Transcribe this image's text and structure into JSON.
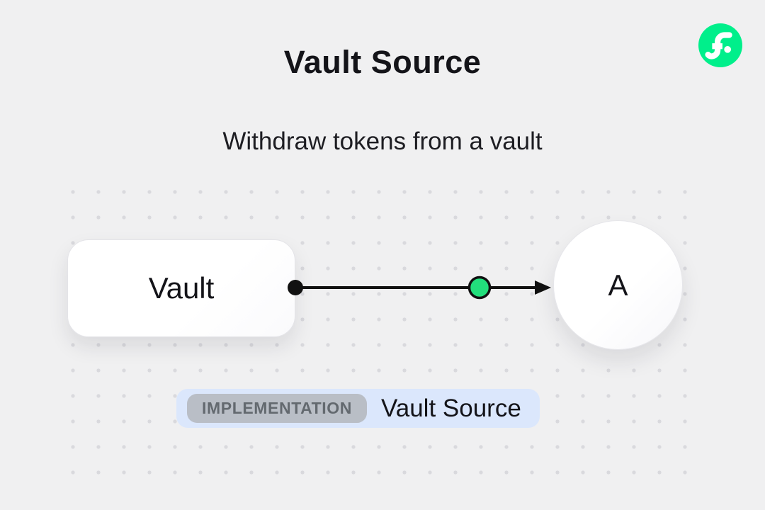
{
  "header": {
    "title": "Vault Source",
    "subtitle": "Withdraw tokens from a vault"
  },
  "logo": {
    "name": "flow-logo",
    "color": "#00ef8b"
  },
  "diagram": {
    "vault_label": "Vault",
    "account_label": "A",
    "connector_color": "#111111",
    "token_color": "#22df7c"
  },
  "badge": {
    "tag": "IMPLEMENTATION",
    "label": "Vault Source"
  },
  "colors": {
    "background": "#f0f0f1",
    "flow_green": "#00ef8b",
    "token_green": "#22df7c",
    "badge_bg": "#dbe7fc",
    "tag_bg": "#b9bec6",
    "dot_grid": "#d9d9dd"
  }
}
